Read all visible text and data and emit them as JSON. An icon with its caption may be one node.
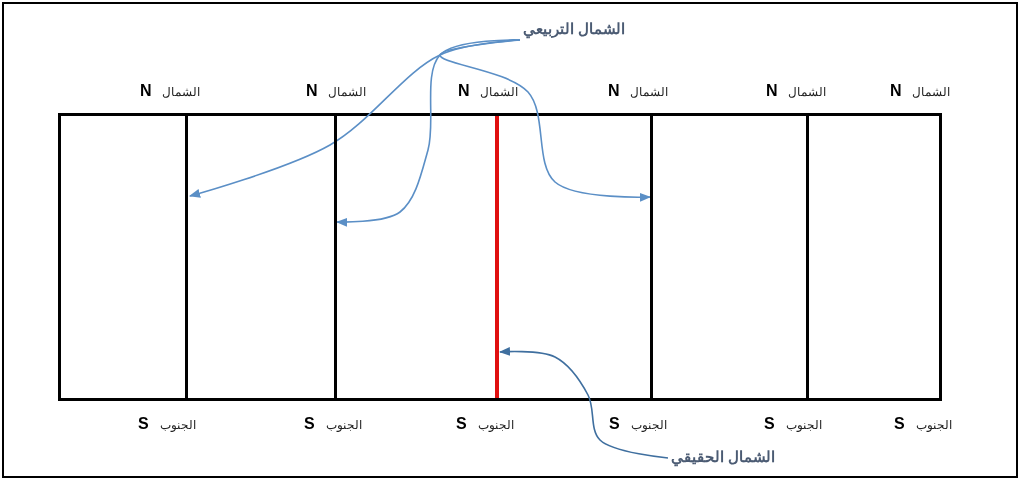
{
  "diagram": {
    "nodes": [
      {
        "text": [
          "الشمال التربيعي"
        ]
      },
      {
        "text": [
          "الشمال الحقيقي"
        ]
      },
      {
        "text": [],
        "shape": "line"
      },
      {
        "text": [],
        "shape": "line"
      },
      {
        "text": [],
        "shape": "line"
      },
      {
        "text": [],
        "shape": "line"
      },
      {
        "text": [],
        "shape": "line"
      }
    ],
    "edges": [
      {
        "from": 0,
        "to": 2,
        "arrow": "to"
      },
      {
        "from": 0,
        "to": 3,
        "arrow": "to"
      },
      {
        "from": 0,
        "to": 5,
        "arrow": "to"
      },
      {
        "from": 1,
        "to": 4,
        "arrow": "to",
        "color": "#3f6f9f"
      }
    ],
    "labels": [
      "N",
      "الشمال",
      "N",
      "الشمال",
      "N",
      "الشمال",
      "N",
      "الشمال",
      "N",
      "الشمال",
      "N",
      "الشمال",
      "S",
      "الجنوب",
      "S",
      "الجنوب",
      "S",
      "الجنوب",
      "S",
      "الجنوب",
      "S",
      "الجنوب",
      "S",
      "الجنوب"
    ]
  }
}
